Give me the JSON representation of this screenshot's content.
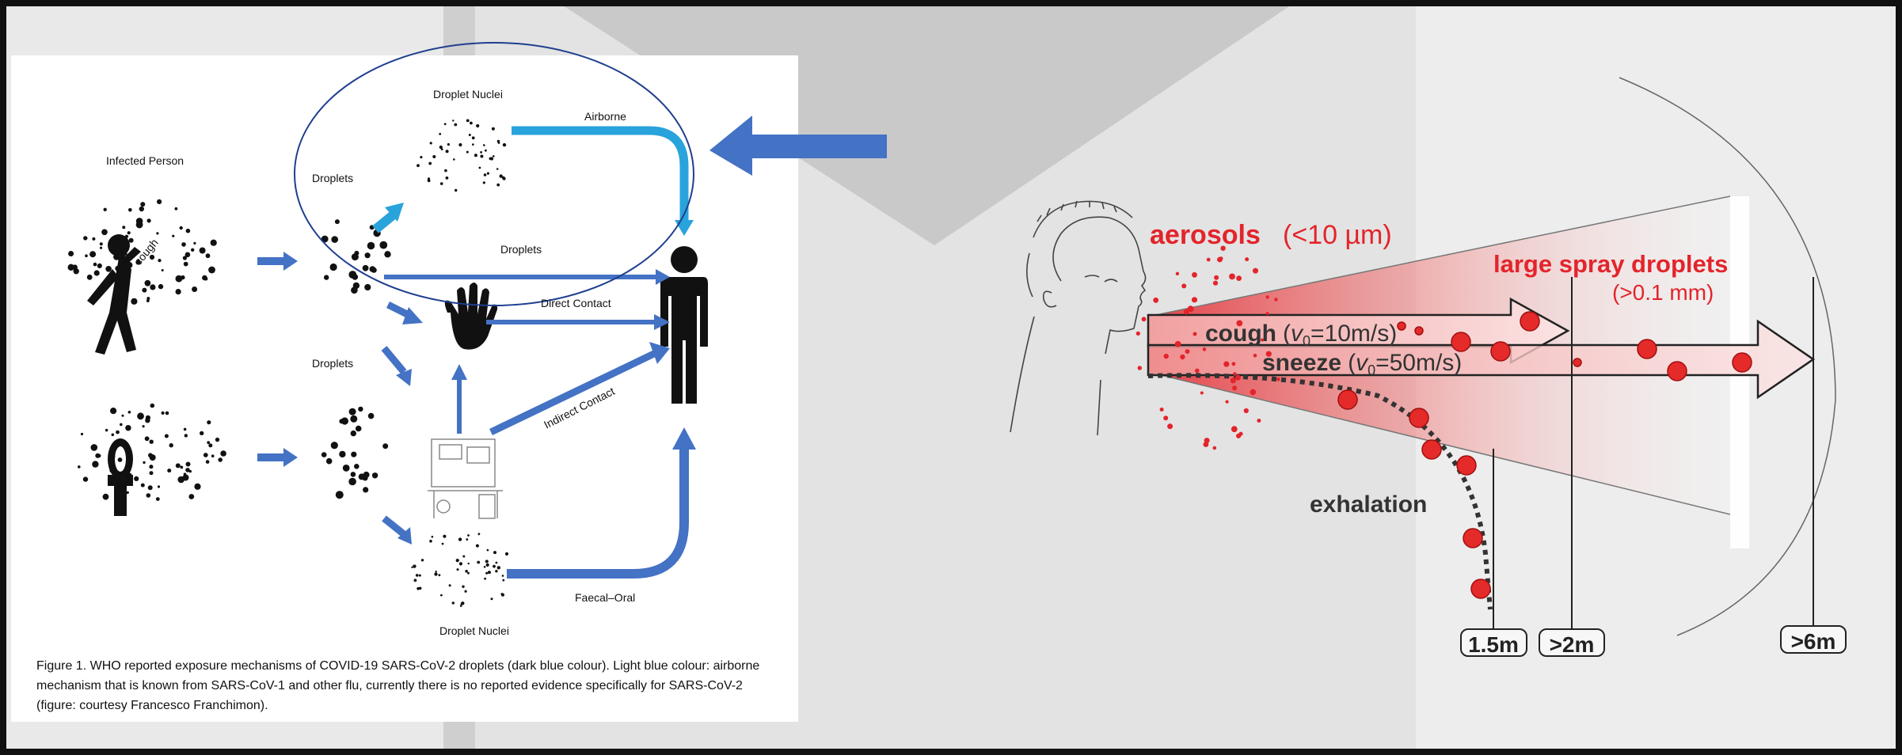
{
  "left_figure": {
    "labels": {
      "infected_person": "Infected Person",
      "cough": "cough",
      "droplet_nuclei_top": "Droplet Nuclei",
      "airborne": "Airborne",
      "droplets_top": "Droplets",
      "droplets_mid": "Droplets",
      "droplets_left": "Droplets",
      "direct_contact": "Direct Contact",
      "indirect_contact": "Indirect Contact",
      "faecal_oral": "Faecal–Oral",
      "droplet_nuclei_bottom": "Droplet Nuclei"
    },
    "caption": [
      "Figure 1. WHO reported exposure mechanisms of COVID-19 SARS-CoV-2 droplets (dark blue colour). Light blue colour: airborne",
      "mechanism that is known from SARS-CoV-1 and other flu, currently there is no reported evidence specifically for SARS-CoV-2",
      "(figure: courtesy Francesco Franchimon)."
    ],
    "colors": {
      "dark_blue": "#4472c4",
      "light_blue": "#29a3dc",
      "ellipse": "#1f3f8f"
    }
  },
  "right_figure": {
    "aerosols": "aerosols",
    "aerosols_size": "(<10 µm)",
    "large_spray": "large spray droplets",
    "large_spray_size": "(>0.1 mm)",
    "cough_word": "cough",
    "cough_speed_open": "(",
    "cough_speed_v": "v",
    "cough_speed_sub": "0",
    "cough_speed_val": "=10m/s)",
    "sneeze_word": "sneeze",
    "sneeze_speed_open": "(",
    "sneeze_speed_v": "v",
    "sneeze_speed_sub": "0",
    "sneeze_speed_val": "=50m/s)",
    "exhalation": "exhalation",
    "distances": [
      "1.5m",
      ">2m",
      ">6m"
    ],
    "colors": {
      "red": "#e3242b",
      "droplet": "#e52a2a",
      "text_dark": "#333333"
    }
  }
}
